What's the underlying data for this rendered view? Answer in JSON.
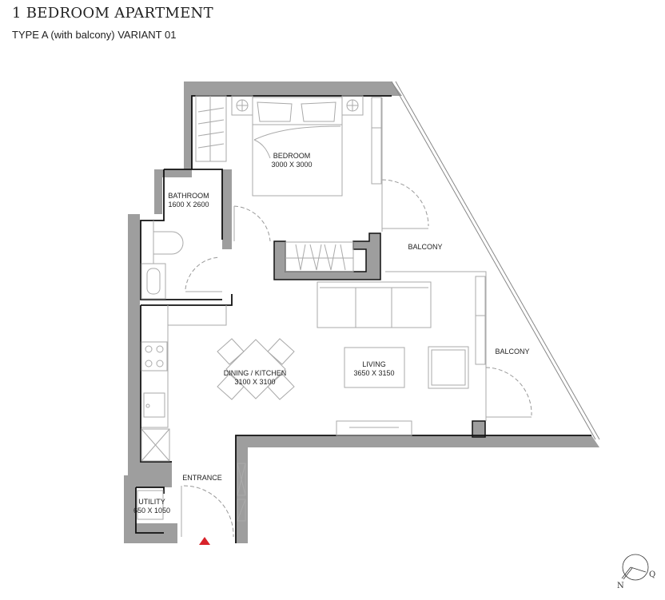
{
  "header": {
    "title": "1 BEDROOM APARTMENT",
    "subtitle": "TYPE A (with balcony) VARIANT 01"
  },
  "rooms": {
    "bedroom": {
      "name": "BEDROOM",
      "size": "3000 X 3000"
    },
    "bathroom": {
      "name": "BATHROOM",
      "size": "1600 X 2600"
    },
    "dining_kitchen": {
      "name": "DINING / KITCHEN",
      "size": "3100 X 3100"
    },
    "living": {
      "name": "LIVING",
      "size": "3650 X 3150"
    },
    "balcony_upper": {
      "name": "BALCONY"
    },
    "balcony_lower": {
      "name": "BALCONY"
    },
    "entrance": {
      "name": "ENTRANCE"
    },
    "utility": {
      "name": "UTILITY",
      "size": "650 X 1050"
    }
  },
  "compass": {
    "north": "N",
    "other": "Q"
  },
  "colors": {
    "wall": "#9e9e9e",
    "entrance_marker": "#d8232a"
  }
}
